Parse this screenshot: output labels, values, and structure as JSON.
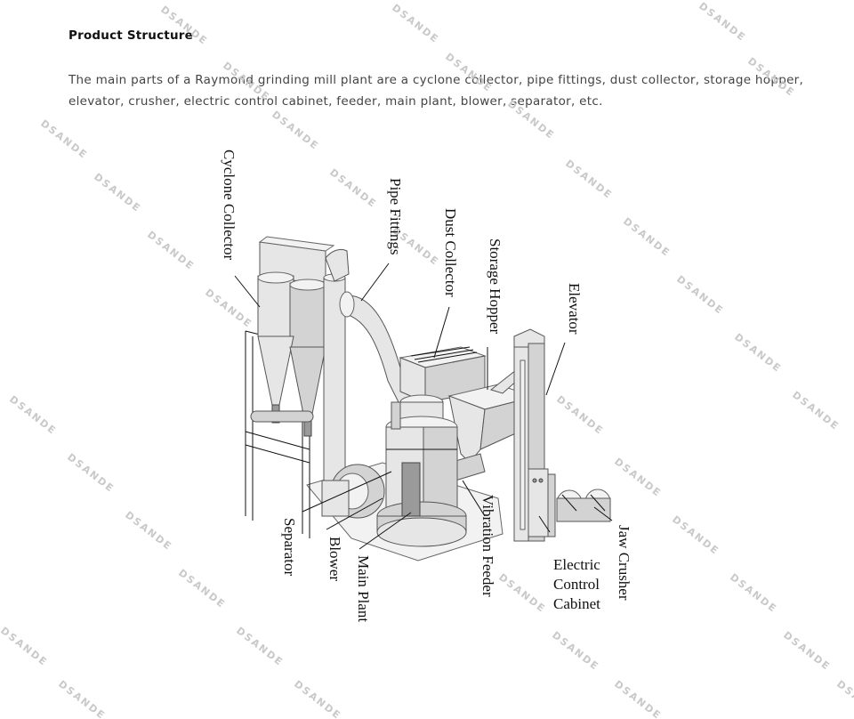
{
  "section": {
    "title": "Product Structure",
    "intro": "The main parts of a Raymond grinding mill plant are a cyclone collector, pipe fittings, dust collector, storage hopper, elevator, crusher, electric control cabinet, feeder, main plant, blower, separator, etc."
  },
  "diagram": {
    "labels": {
      "cyclone_collector": "Cyclone Collector",
      "pipe_fittings": "Pipe Fittings",
      "dust_collector": "Dust Collector",
      "storage_hopper": "Storage Hopper",
      "elevator": "Elevator",
      "separator": "Separator",
      "blower": "Blower",
      "main_plant": "Main Plant",
      "vibration_feeder": "Vibration Feeder",
      "electric_control_cabinet_1": "Electric",
      "electric_control_cabinet_2": "Control",
      "electric_control_cabinet_3": "Cabinet",
      "jaw_crusher": "Jaw Crusher"
    },
    "watermark": "DSANDE"
  }
}
